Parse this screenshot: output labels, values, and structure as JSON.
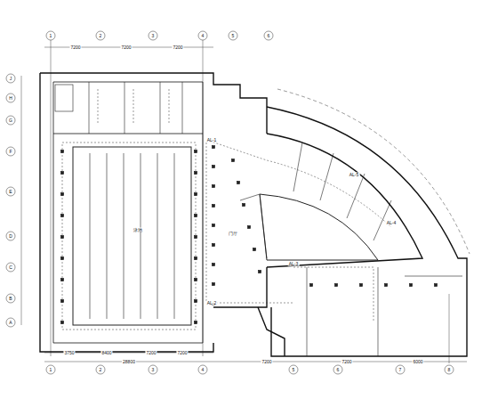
{
  "diagram": {
    "labels": [
      "1",
      "2",
      "3",
      "4",
      "5",
      "6",
      "1",
      "2",
      "3",
      "4",
      "5",
      "6",
      "7",
      "8",
      "A",
      "B",
      "C",
      "D",
      "E",
      "F",
      "G",
      "H",
      "J",
      "7200",
      "7200",
      "7200",
      "3750",
      "8400",
      "7200",
      "7200",
      "28800",
      "7200",
      "7200",
      "6000",
      "泳池",
      "门厅",
      "AL-1",
      "AL-2",
      "AL-3",
      "AL-4",
      "AL-5"
    ]
  }
}
